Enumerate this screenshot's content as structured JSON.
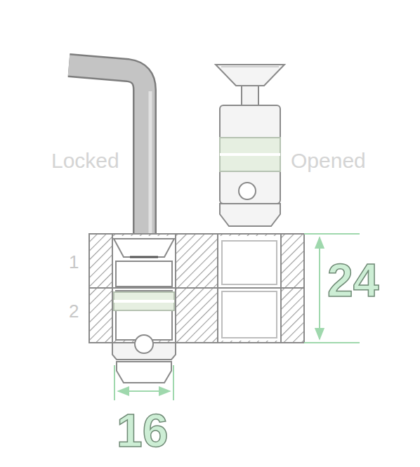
{
  "diagram": {
    "labels": [
      "Locked",
      "Opened",
      "1",
      "2",
      "24",
      "16"
    ]
  }
}
